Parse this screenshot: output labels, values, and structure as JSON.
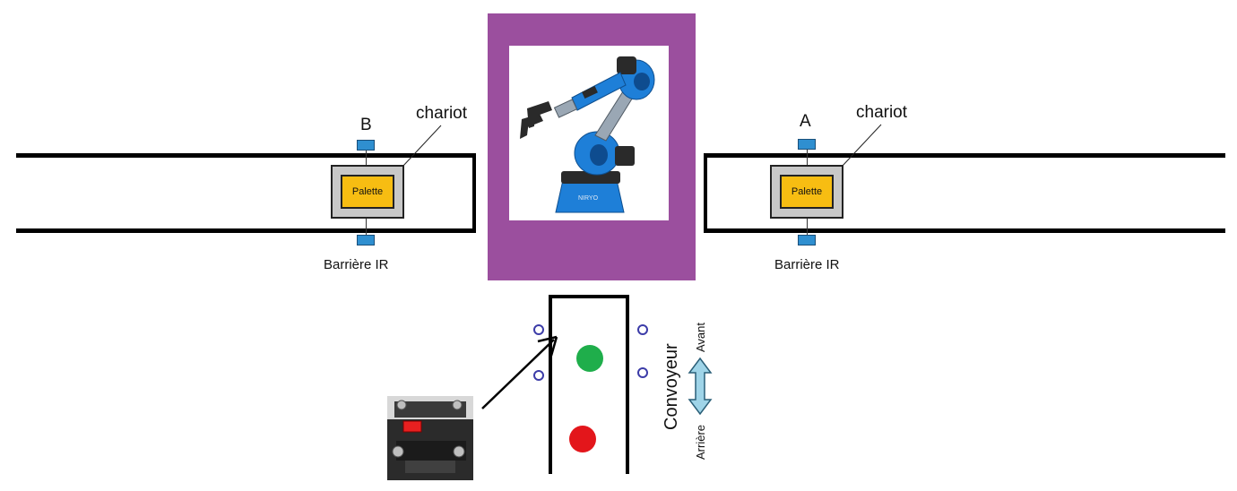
{
  "left_station": {
    "sensor_id": "B",
    "chariot_label": "chariot",
    "palette_label": "Palette",
    "sensor_label": "Barrière IR"
  },
  "right_station": {
    "sensor_id": "A",
    "chariot_label": "chariot",
    "palette_label": "Palette",
    "sensor_label": "Barrière IR"
  },
  "robot": {
    "brand_text": "NIRYO"
  },
  "conveyor": {
    "label": "Convoyeur",
    "forward_label": "Avant",
    "backward_label": "Arrière",
    "lights": [
      {
        "name": "green-light",
        "color": "#1fae4b"
      },
      {
        "name": "red-light",
        "color": "#e3161b"
      }
    ]
  },
  "colors": {
    "robot_frame": "#9b4f9e",
    "palette": "#f7bd12",
    "chariot": "#c8c8c8",
    "ir_sensor": "#2f8fd0",
    "arrow_fill": "#9fd4e8",
    "ring": "#3c3ca8"
  }
}
